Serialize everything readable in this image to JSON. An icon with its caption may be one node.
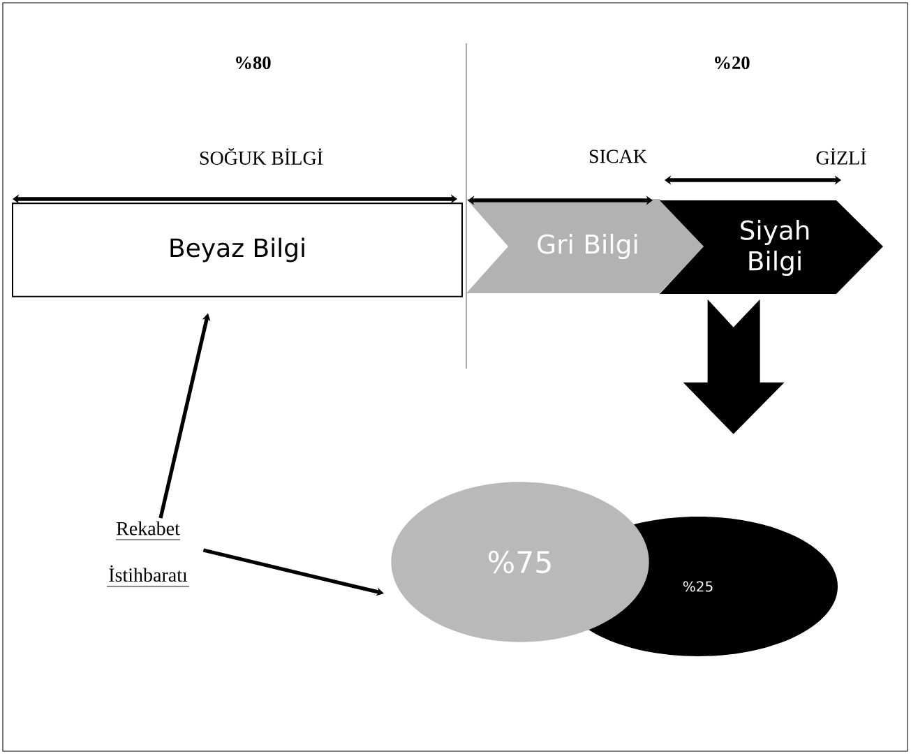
{
  "diagram": {
    "nodes": [
      {
        "text": [
          "Beyaz Bilgi"
        ]
      },
      {
        "text": [
          "Gri Bilgi"
        ]
      },
      {
        "text": [
          "Siyah Bilgi"
        ]
      },
      {
        "text": [
          "%75"
        ]
      },
      {
        "text": [
          "%25"
        ]
      },
      {
        "text": [
          "Rekabet İstihbaratı"
        ]
      }
    ],
    "edges": [
      {
        "from": 5,
        "to": 0,
        "arrow": "to"
      },
      {
        "from": 5,
        "to": 3,
        "arrow": "to"
      },
      {
        "from": 2,
        "to": 4,
        "arrow": "to"
      }
    ],
    "labels": [
      "%80",
      "%20",
      "SOĞUK BİLGİ",
      "SICAK",
      "GİZLİ"
    ]
  }
}
